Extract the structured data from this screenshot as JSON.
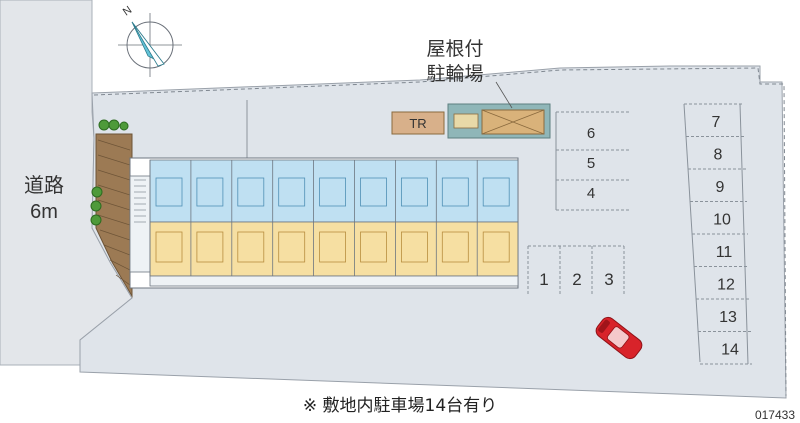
{
  "road": {
    "label_line1": "道路",
    "label_line2": "6m"
  },
  "bike_parking": {
    "label_line1": "屋根付",
    "label_line2": "駐輪場"
  },
  "transformer": {
    "label": "TR"
  },
  "parking": {
    "top_stack": [
      "6",
      "5",
      "4"
    ],
    "middle_row": [
      "1",
      "2",
      "3"
    ],
    "right_column": [
      "7",
      "8",
      "9",
      "10",
      "11",
      "12",
      "13",
      "14"
    ]
  },
  "footer": {
    "note": "※ 敷地内駐車場14台有り",
    "property_id": "017433"
  },
  "compass": {
    "north_label": "N"
  },
  "colors": {
    "site": "#dfe4ea",
    "road": "#e3e6ea",
    "building_upper": "#bfe0f2",
    "building_lower": "#f6dfa2",
    "hedge": "#8d6f4e",
    "car": "#d8232a"
  }
}
